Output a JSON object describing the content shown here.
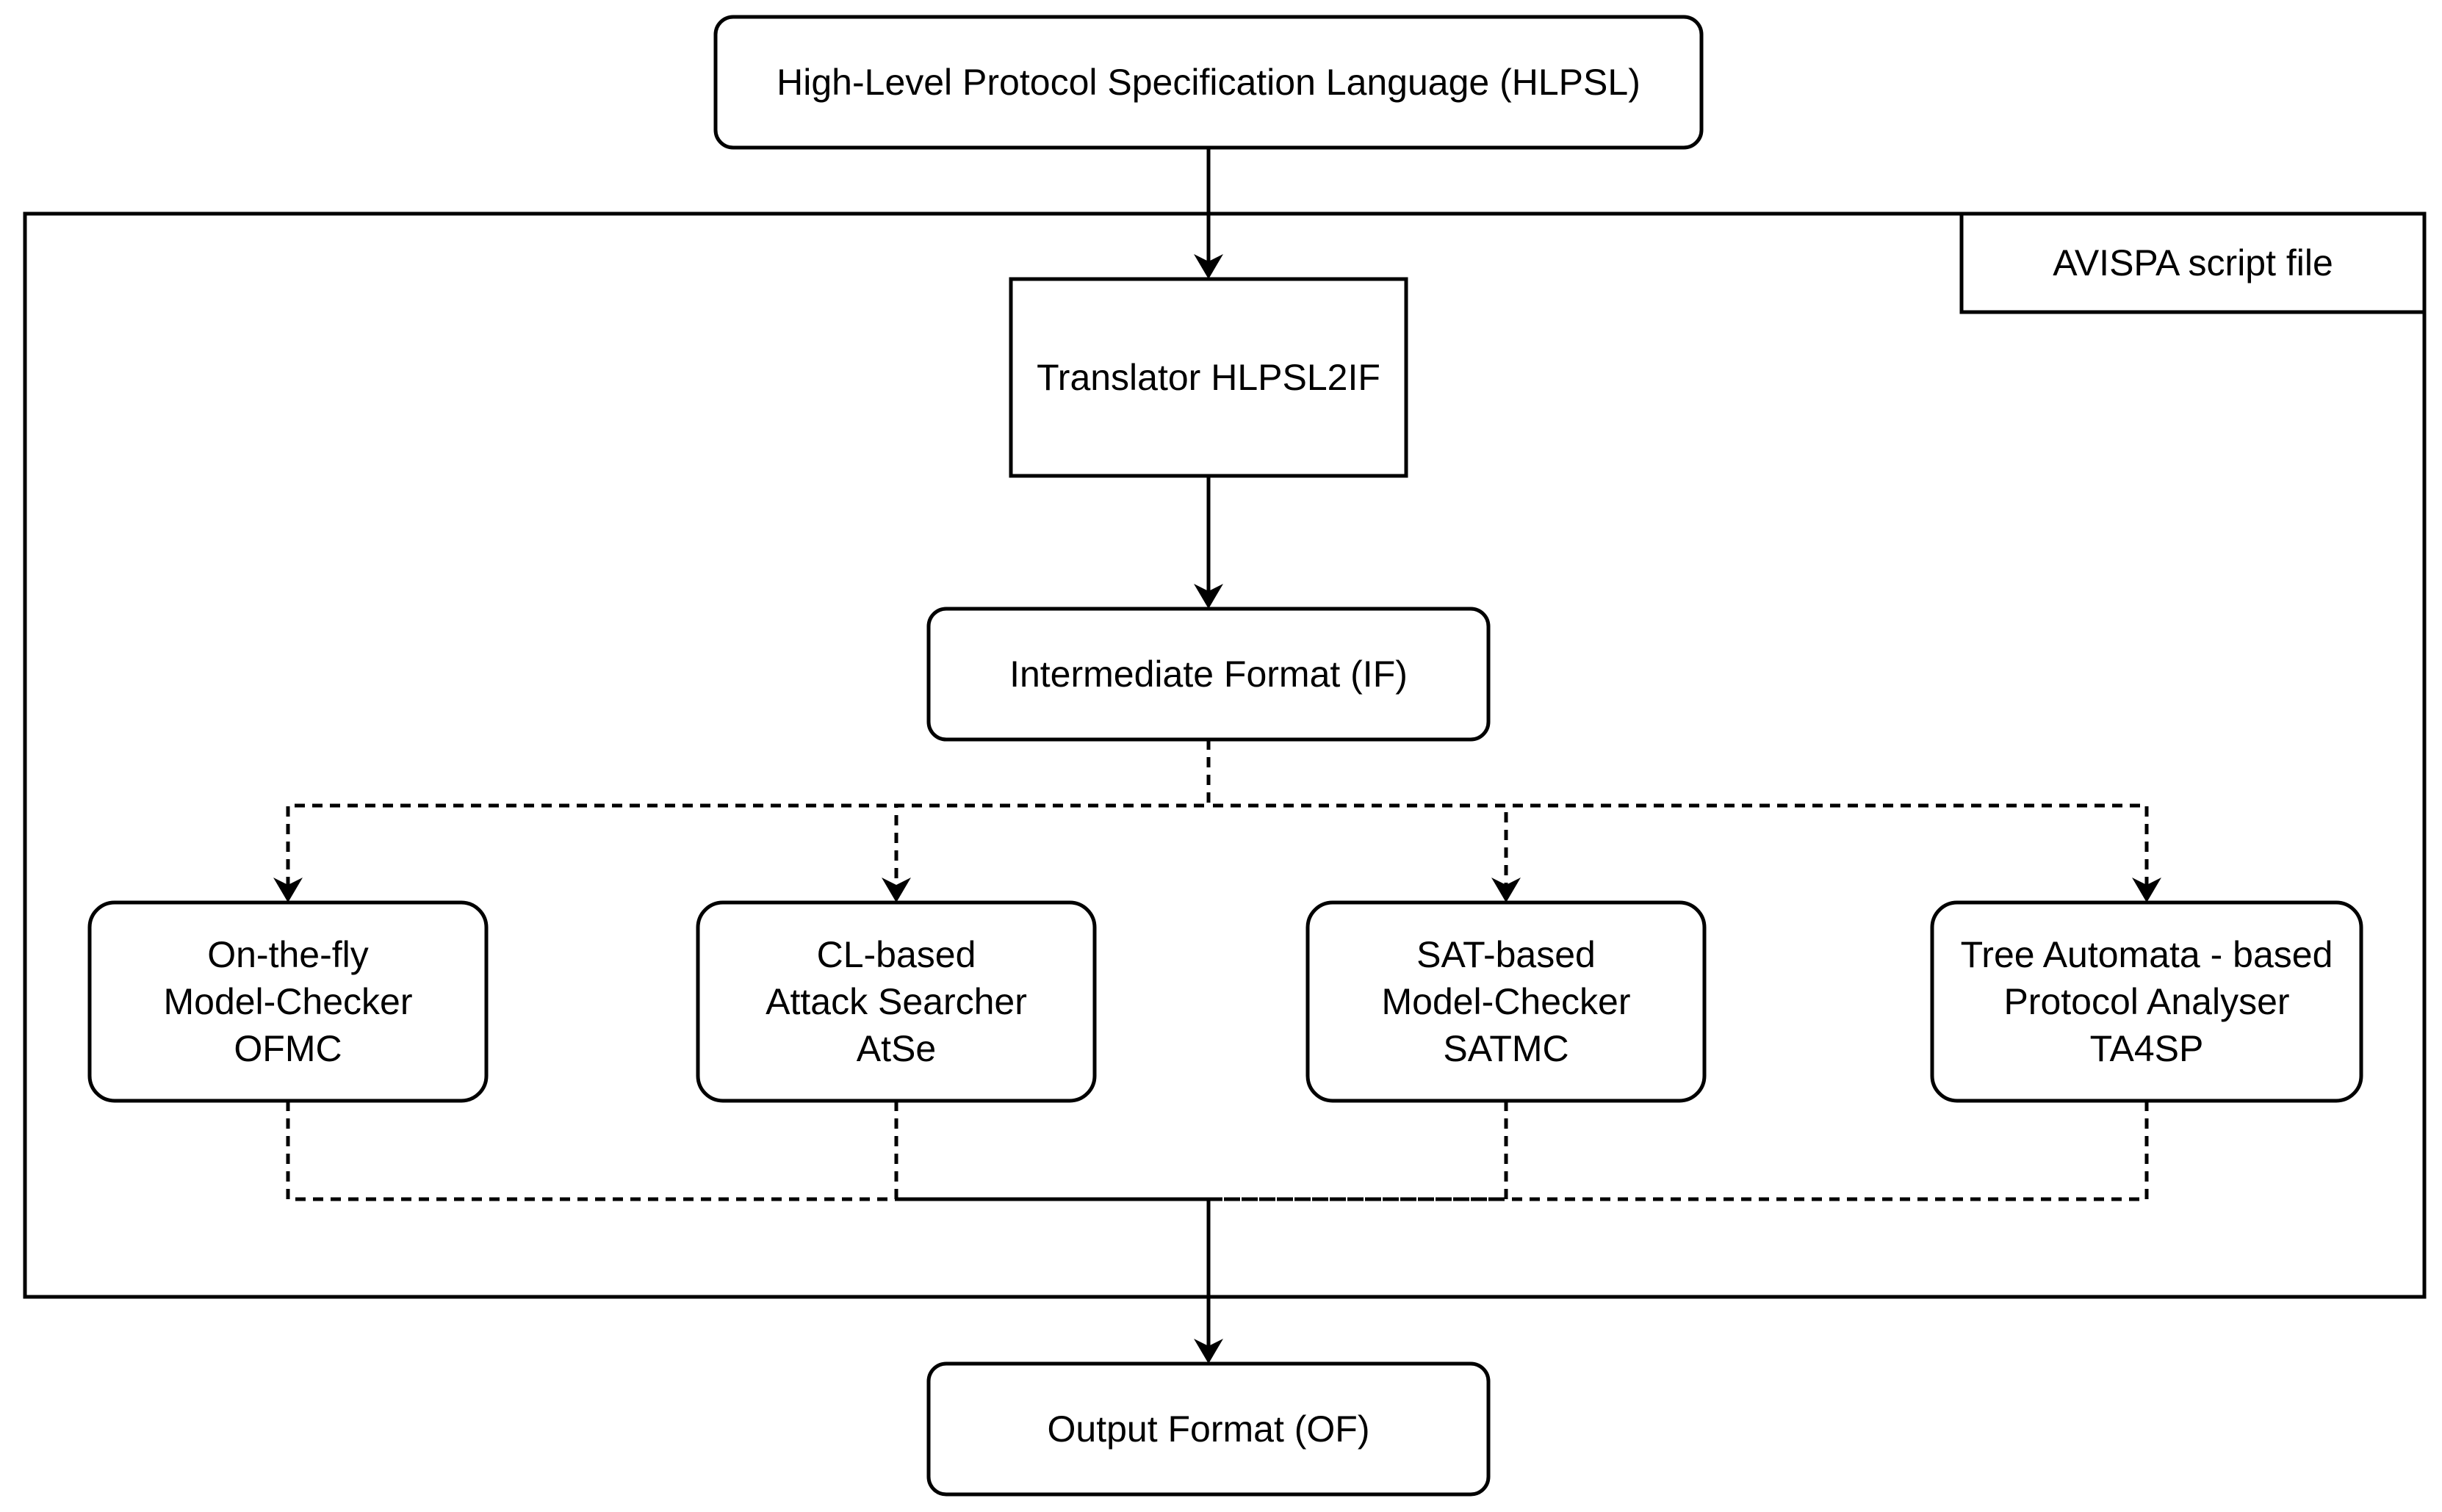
{
  "diagram": {
    "container_label": "AVISPA script file",
    "nodes": {
      "hlpsl": {
        "lines": [
          "High-Level Protocol Specification Language (HLPSL)"
        ]
      },
      "translator": {
        "lines": [
          "Translator HLPSL2IF"
        ]
      },
      "intermediate": {
        "lines": [
          "Intermediate Format (IF)"
        ]
      },
      "ofmc": {
        "lines": [
          "On-the-fly",
          "Model-Checker",
          "OFMC"
        ]
      },
      "atse": {
        "lines": [
          "CL-based",
          "Attack Searcher",
          "AtSe"
        ]
      },
      "satmc": {
        "lines": [
          "SAT-based",
          "Model-Checker",
          "SATMC"
        ]
      },
      "ta4sp": {
        "lines": [
          "Tree Automata - based",
          "Protocol Analyser",
          "TA4SP"
        ]
      },
      "output": {
        "lines": [
          "Output Format (OF)"
        ]
      }
    },
    "edges": [
      {
        "from": "hlpsl",
        "to": "translator",
        "style": "solid"
      },
      {
        "from": "translator",
        "to": "intermediate",
        "style": "solid"
      },
      {
        "from": "intermediate",
        "to": "ofmc",
        "style": "dashed"
      },
      {
        "from": "intermediate",
        "to": "atse",
        "style": "dashed"
      },
      {
        "from": "intermediate",
        "to": "satmc",
        "style": "dashed"
      },
      {
        "from": "intermediate",
        "to": "ta4sp",
        "style": "dashed"
      },
      {
        "from": "ofmc",
        "to": "output",
        "style": "dashed"
      },
      {
        "from": "atse",
        "to": "output",
        "style": "dashed"
      },
      {
        "from": "satmc",
        "to": "output",
        "style": "dashed"
      },
      {
        "from": "ta4sp",
        "to": "output",
        "style": "dashed"
      }
    ]
  }
}
